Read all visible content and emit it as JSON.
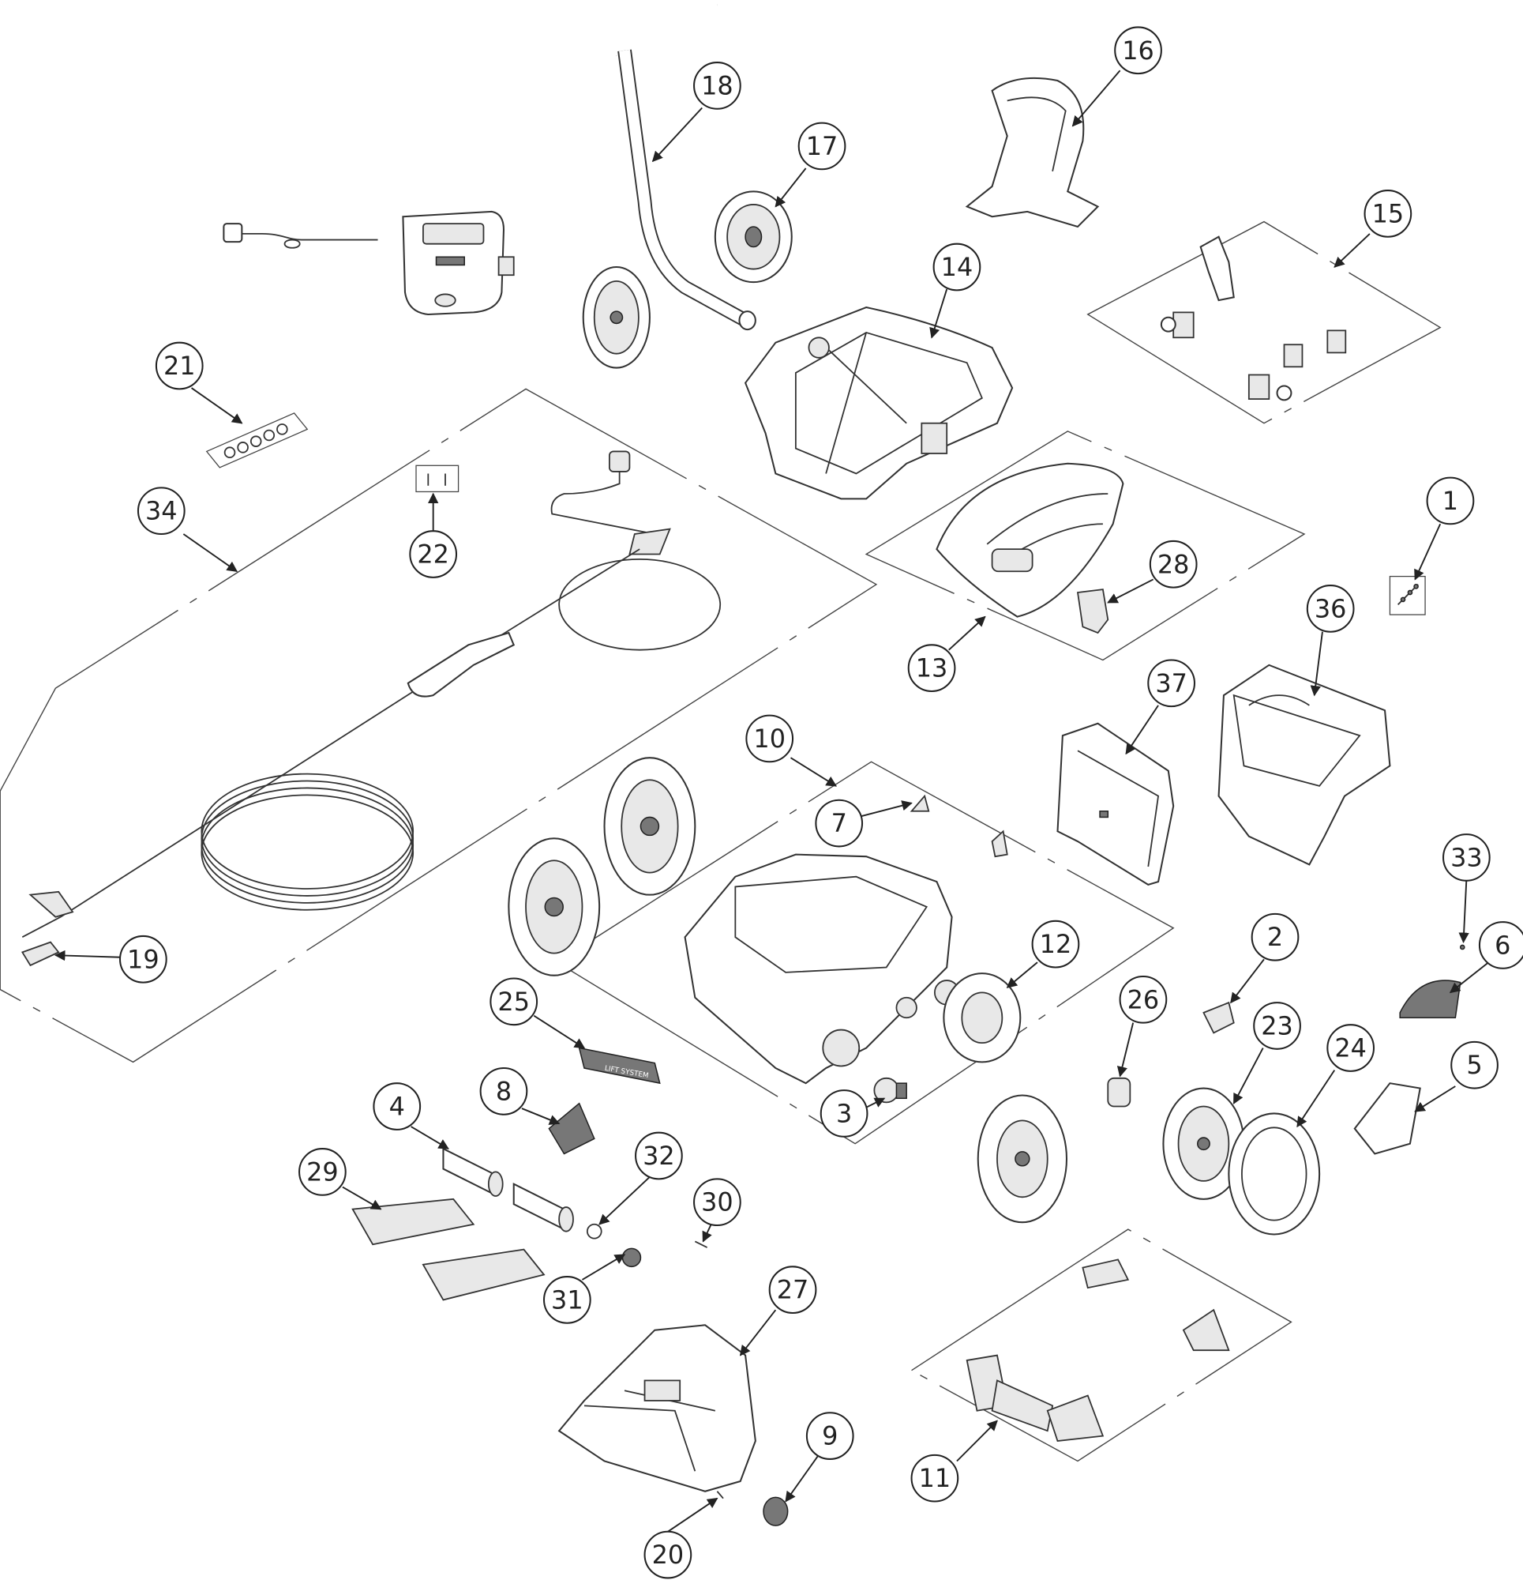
{
  "diagram": {
    "type": "exploded-parts-diagram",
    "callouts": {
      "c1": "1",
      "c2": "2",
      "c3": "3",
      "c4": "4",
      "c5": "5",
      "c6": "6",
      "c7": "7",
      "c8": "8",
      "c9": "9",
      "c10": "10",
      "c11": "11",
      "c12": "12",
      "c13": "13",
      "c14": "14",
      "c15": "15",
      "c16": "16",
      "c17": "17",
      "c18": "18",
      "c19": "19",
      "c20": "20",
      "c21": "21",
      "c22": "22",
      "c23": "23",
      "c24": "24",
      "c25": "25",
      "c26": "26",
      "c27": "27",
      "c28": "28",
      "c29": "29",
      "c30": "30",
      "c31": "31",
      "c32": "32",
      "c33": "33",
      "c34": "34",
      "c36": "36",
      "c37": "37"
    },
    "part_label_text": "LIFT SYSTEM"
  }
}
